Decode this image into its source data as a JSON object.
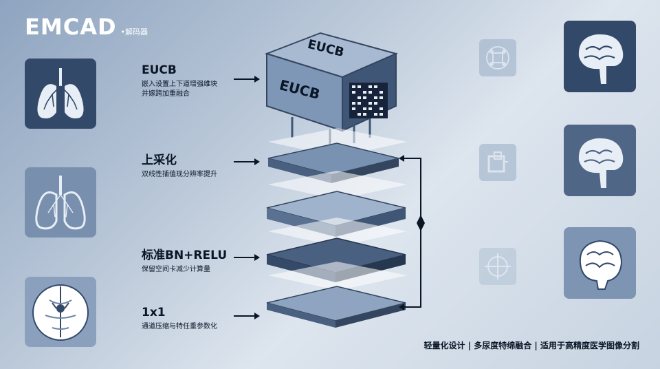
{
  "logo": {
    "main": "EMCAD",
    "sub": "•解码器"
  },
  "cube": {
    "top_label": "EUCB",
    "side_label": "EUCB"
  },
  "layers": [
    {
      "title": "EUCB",
      "desc_line1": "嵌入设置上下道增强维块",
      "desc_line2": "并嫁跨加重融合"
    },
    {
      "title": "上采化",
      "desc_line1": "双线性插值现分辨率提升"
    },
    {
      "title": "标准BN+RELU",
      "desc_line1": "保留空间卡减少计算量"
    },
    {
      "title": "1x1",
      "desc_line1": "通道压缩与特任重参数化"
    }
  ],
  "left_tiles": [
    "lungs-icon",
    "lungs-outline-icon",
    "brain-scan-icon"
  ],
  "right_tiles": [
    "brain-profile-icon",
    "brain-profile-icon",
    "brain-top-icon"
  ],
  "faint_icons": [
    "network-icon",
    "crop-icon",
    "target-icon"
  ],
  "footer": "轻量化设计 | 多尿度特绵融合 | 适用于高精度医学图像分割",
  "colors": {
    "tile_dark": "#364e6c",
    "tile_light": "#6f86a5",
    "accent": "#1a2a40"
  }
}
